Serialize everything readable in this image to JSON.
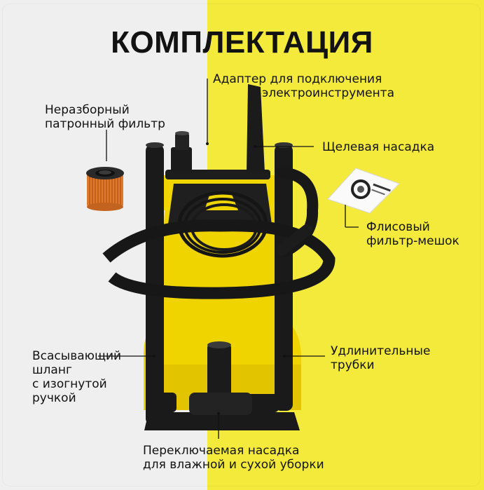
{
  "title": "КОМПЛЕКТАЦИЯ",
  "labels": {
    "adapter_line1": "Адаптер для подключения",
    "adapter_line2": "электроинструмента",
    "filter_line1": "Неразборный",
    "filter_line2": "патронный фильтр",
    "crevice": "Щелевая насадка",
    "bag_line1": "Флисовый",
    "bag_line2": "фильтр-мешок",
    "hose_line1": "Всасывающий",
    "hose_line2": "шланг",
    "hose_line3": "с изогнутой",
    "hose_line4": "ручкой",
    "tubes_line1": "Удлинительные",
    "tubes_line2": "трубки",
    "floor_line1": "Переключаемая насадка",
    "floor_line2": "для влажной и сухой уборки"
  },
  "colors": {
    "left_bg": "#efefef",
    "right_bg": "#f3ea3c",
    "body_yellow": "#f0d400",
    "dark": "#1b1b1b",
    "filter_orange": "#e07a2a"
  },
  "icons": {
    "product": "wet-dry-vacuum-cleaner",
    "filter": "cartridge-filter-icon",
    "bag": "fleece-filter-bag-icon"
  }
}
